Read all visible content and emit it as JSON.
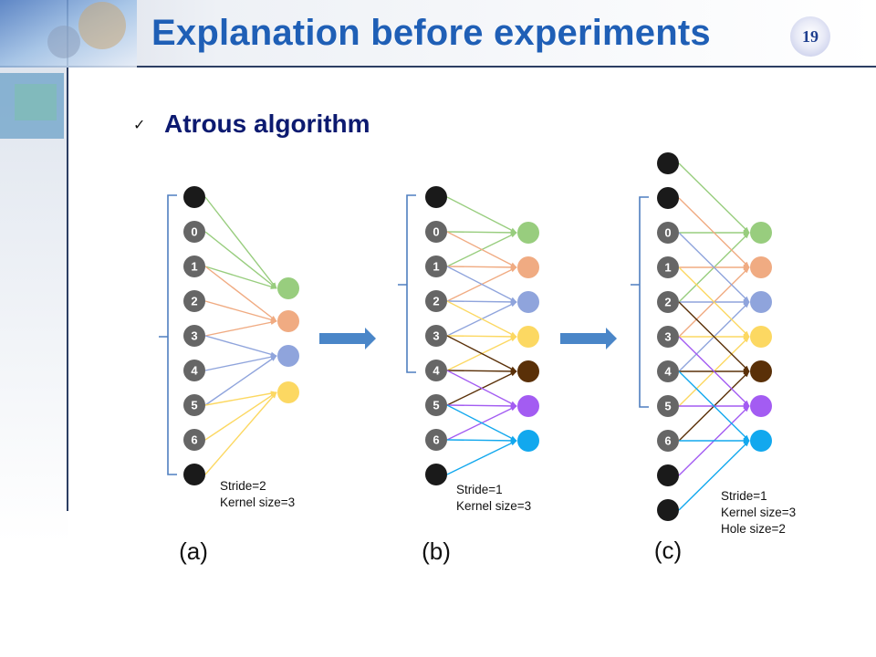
{
  "slide": {
    "title": "Explanation before experiments",
    "page_number": "19",
    "bullet": "Atrous algorithm"
  },
  "colors": {
    "title": "#1f5fb6",
    "bullet": "#0c1a70",
    "node_black": "#1a1a1a",
    "node_gray": "#666666",
    "arrow": "#4a86c8",
    "outputs": [
      "#98cd7e",
      "#f0ab82",
      "#8fa4dc",
      "#fcd862",
      "#5a3008",
      "#a35cf2",
      "#12a8ee"
    ]
  },
  "panels": [
    {
      "label": "(a)",
      "inputs": [
        "",
        "0",
        "1",
        "2",
        "3",
        "4",
        "5",
        "6",
        ""
      ],
      "outputs": 4,
      "stride": 2,
      "kernel": 3,
      "hole": 1,
      "params": [
        "Stride=2",
        "Kernel size=3"
      ]
    },
    {
      "label": "(b)",
      "inputs": [
        "",
        "0",
        "1",
        "2",
        "3",
        "4",
        "5",
        "6",
        ""
      ],
      "outputs": 7,
      "stride": 1,
      "kernel": 3,
      "hole": 1,
      "params": [
        "Stride=1",
        "Kernel size=3"
      ]
    },
    {
      "label": "(c)",
      "inputs": [
        "",
        "",
        "0",
        "1",
        "2",
        "3",
        "4",
        "5",
        "6",
        "",
        ""
      ],
      "outputs": 7,
      "stride": 1,
      "kernel": 3,
      "hole": 2,
      "params": [
        "Stride=1",
        "Kernel size=3",
        "Hole size=2"
      ]
    }
  ]
}
